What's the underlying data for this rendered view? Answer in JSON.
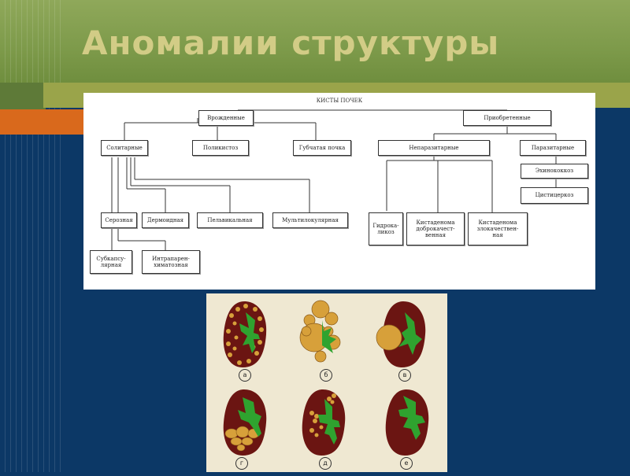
{
  "slide": {
    "title": "Аномалии структуры"
  },
  "diagram": {
    "heading": "КИСТЫ ПОЧЕК",
    "boxes": {
      "congenital": "Врожденные",
      "acquired": "Приобретенные",
      "solitary": "Солитарные",
      "polycystosis": "Поликистоз",
      "sponge_kidney": "Губчатая почка",
      "nonparasitic": "Непаразитарные",
      "parasitic": "Паразитарные",
      "echinococcosis": "Эхинококкоз",
      "cysticercosis": "Цистицеркоз",
      "serous": "Серозная",
      "dermoid": "Дермоидная",
      "pelvicalyceal": "Пельвикальная",
      "multilocular": "Мультилокулярная",
      "hydrocalycosis": "Гидрока-\nликоз",
      "cystadenoma_benign": "Кистаденома\nдоброкачест-\nвенная",
      "cystadenoma_malignant": "Кистаденома\nзлокачествен-\nная",
      "subcapsular": "Субкапсу-\nлярная",
      "intraparenchymal": "Интрапарен-\nхиматозная"
    }
  },
  "illustration": {
    "labels": [
      "а",
      "б",
      "в",
      "г",
      "д",
      "е"
    ],
    "colors": {
      "kidney": "#6b1512",
      "cyst": "#d7a03a",
      "pelvis": "#2fa32f"
    }
  }
}
